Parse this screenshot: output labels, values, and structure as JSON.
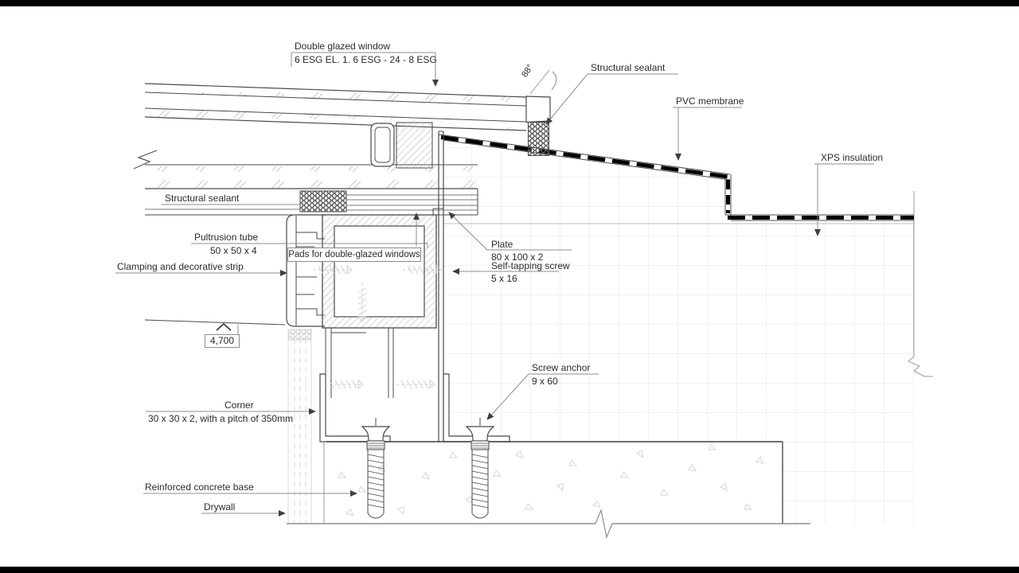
{
  "drawing": {
    "labels": {
      "double_glazed_window": "Double glazed window",
      "glazing_spec": "6 ESG EL. 1. 6 ESG - 24 - 8 ESG",
      "angle": "88°",
      "structural_sealant_top": "Structural sealant",
      "pvc_membrane": "PVC membrane",
      "xps_insulation": "XPS insulation",
      "structural_sealant_left": "Structural sealant",
      "pultrusion_tube": "Pultrusion tube",
      "pultrusion_tube_size": "50 x 50 x 4",
      "pads": "Pads for double-glazed windows",
      "clamping_strip": "Clamping and decorative strip",
      "plate": "Plate",
      "plate_size": "80 x 100 x 2",
      "self_tapping_screw": "Self-tapping screw",
      "self_tapping_screw_size": "5 x 16",
      "level": "4,700",
      "corner": "Corner",
      "corner_size": "30 x 30 x 2, with a pitch of 350mm",
      "screw_anchor": "Screw anchor",
      "screw_anchor_size": "9 x 60",
      "reinforced_concrete_base": "Reinforced concrete base",
      "drywall": "Drywall"
    },
    "colors": {
      "line": "#4a4a4a",
      "leader": "#8c8c8c",
      "membrane": "#000000",
      "grid": "#e3e3e3",
      "hatch": "#ababab",
      "background": "#ffffff",
      "letterbox": "#000000"
    }
  }
}
